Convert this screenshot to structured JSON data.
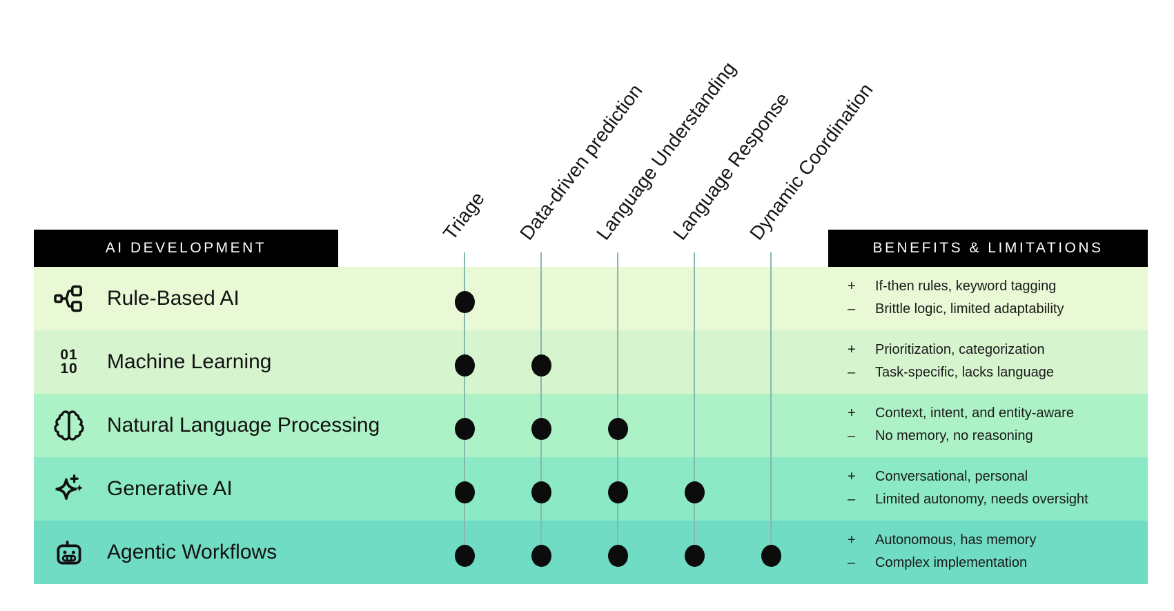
{
  "header": {
    "left": "AI DEVELOPMENT",
    "right": "BENEFITS & LIMITATIONS"
  },
  "columns": [
    "Triage",
    "Data-driven prediction",
    "Language Understanding",
    "Language Response",
    "Dynamic Coordination"
  ],
  "signs": {
    "plus": "+",
    "minus": "–"
  },
  "rows": [
    {
      "label": "Rule-Based AI",
      "icon": "hierarchy-icon",
      "capabilities": [
        1,
        0,
        0,
        0,
        0
      ],
      "benefit": "If-then rules, keyword tagging",
      "limitation": "Brittle logic, limited adaptability",
      "background": "#e9f8d5"
    },
    {
      "label": "Machine Learning",
      "icon": "binary-digits-icon",
      "capabilities": [
        1,
        1,
        0,
        0,
        0
      ],
      "benefit": "Prioritization, categorization",
      "limitation": "Task-specific, lacks language",
      "background": "#d6f5cf"
    },
    {
      "label": "Natural Language Processing",
      "icon": "brain-icon",
      "capabilities": [
        1,
        1,
        1,
        0,
        0
      ],
      "benefit": "Context, intent, and entity-aware",
      "limitation": "No memory, no reasoning",
      "background": "#adf2c6"
    },
    {
      "label": "Generative AI",
      "icon": "sparkles-icon",
      "capabilities": [
        1,
        1,
        1,
        1,
        0
      ],
      "benefit": "Conversational, personal",
      "limitation": "Limited autonomy, needs oversight",
      "background": "#8beac5"
    },
    {
      "label": "Agentic Workflows",
      "icon": "robot-icon",
      "capabilities": [
        1,
        1,
        1,
        1,
        1
      ],
      "benefit": "Autonomous, has memory",
      "limitation": "Complex implementation",
      "background": "#70dcc4"
    }
  ],
  "binary_icon": {
    "line1": "01",
    "line2": "10"
  },
  "colors": {
    "header_bg": "#000000",
    "header_text": "#ffffff",
    "grid_line": "#86b7ae",
    "dot": "#0c0c0c",
    "text": "#161616"
  },
  "chart_data": {
    "type": "table",
    "title": "AI Development capability matrix",
    "columns": [
      "Triage",
      "Data-driven prediction",
      "Language Understanding",
      "Language Response",
      "Dynamic Coordination"
    ],
    "rows": [
      "Rule-Based AI",
      "Machine Learning",
      "Natural Language Processing",
      "Generative AI",
      "Agentic Workflows"
    ],
    "matrix": [
      [
        1,
        0,
        0,
        0,
        0
      ],
      [
        1,
        1,
        0,
        0,
        0
      ],
      [
        1,
        1,
        1,
        0,
        0
      ],
      [
        1,
        1,
        1,
        1,
        0
      ],
      [
        1,
        1,
        1,
        1,
        1
      ]
    ]
  }
}
